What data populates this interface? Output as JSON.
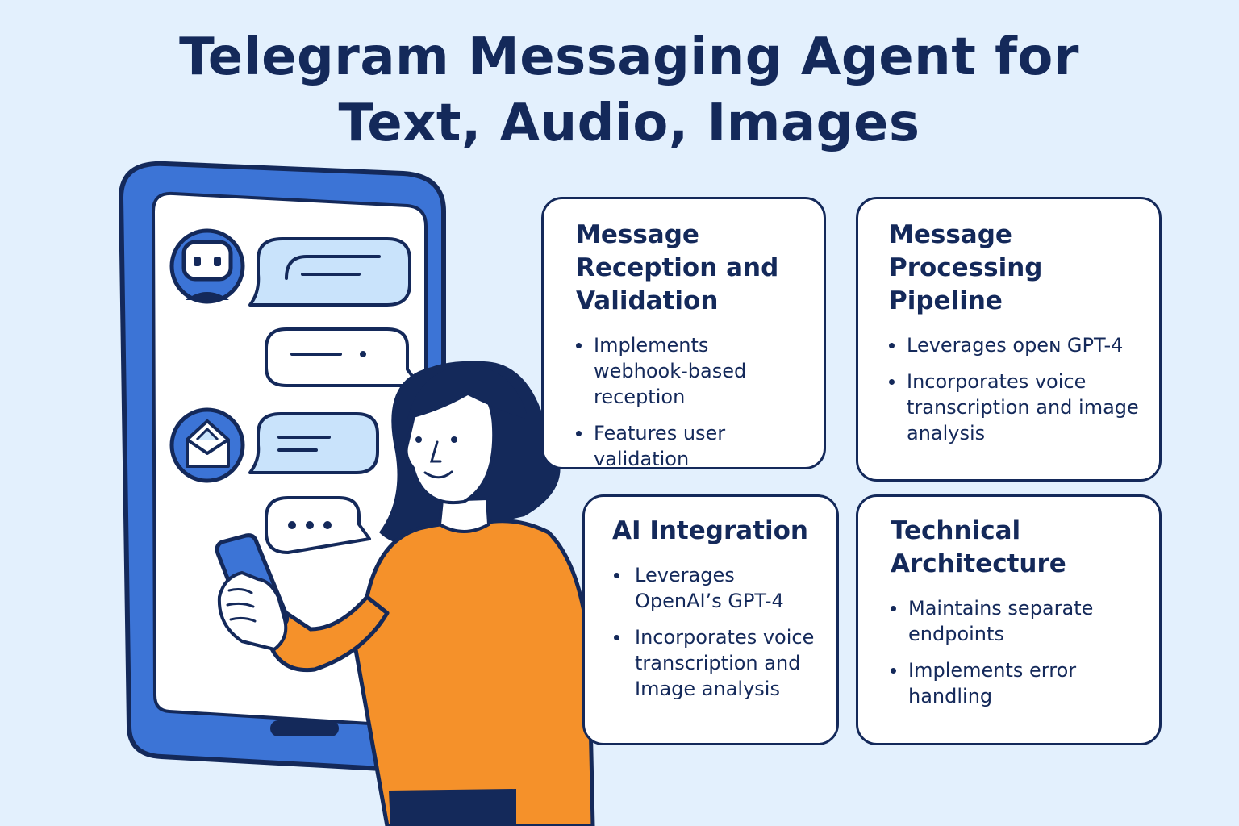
{
  "title": {
    "line1": "Telegram  Messaging Agent for",
    "line2": "Text, Audio, Images"
  },
  "colors": {
    "background": "#e3f0fd",
    "navy": "#14295a",
    "phone_blue": "#3c74d6",
    "bubble_blue": "#c9e3fb",
    "sweater_orange": "#f5912a"
  },
  "cards": [
    {
      "heading": "Message Reception and Validation",
      "bullets": [
        "Implements webhook-based reception",
        "Features user validation"
      ]
    },
    {
      "heading": "Message Processing Pipeline",
      "bullets": [
        "Leverages opeɴ GPT-4",
        "Incorporates voice transcription and image analysis"
      ]
    },
    {
      "heading": "AI Integration",
      "bullets": [
        "Leverages OpenAI’s GPT-4",
        "Incorporates voice transcription and Image analysis"
      ]
    },
    {
      "heading": "Technical Architecture",
      "bullets": [
        "Maintains separate endpoints",
        "Implements error handling"
      ]
    }
  ],
  "illustration": {
    "icons": [
      "robot-icon",
      "envelope-icon"
    ],
    "figure": "person-holding-phone"
  }
}
